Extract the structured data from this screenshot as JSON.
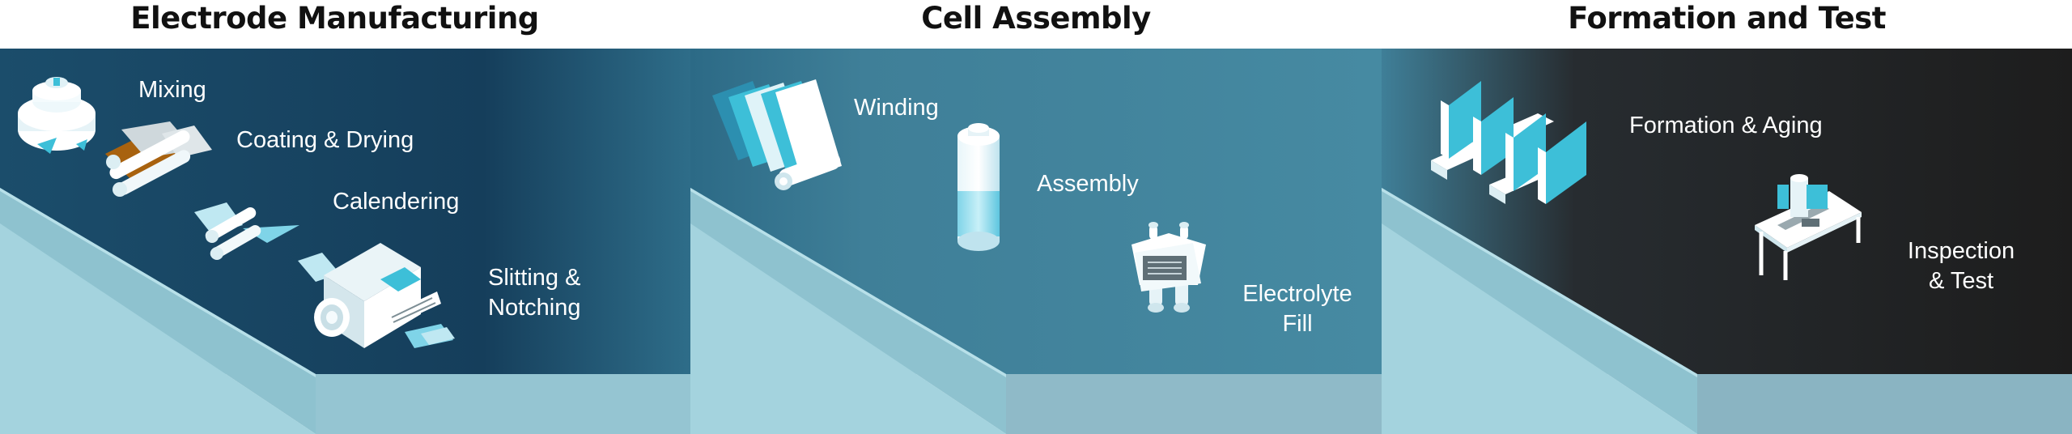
{
  "sections": [
    {
      "title": "Electrode Manufacturing",
      "steps": [
        {
          "label": "Mixing",
          "icon": "mixer-icon"
        },
        {
          "label": "Coating & Drying",
          "icon": "coating-rollers-icon"
        },
        {
          "label": "Calendering",
          "icon": "calender-rollers-icon"
        },
        {
          "label": "Slitting &\nNotching",
          "icon": "slitting-machine-icon"
        }
      ]
    },
    {
      "title": "Cell Assembly",
      "steps": [
        {
          "label": "Winding",
          "icon": "winding-sheets-icon"
        },
        {
          "label": "Assembly",
          "icon": "cylindrical-cell-icon"
        },
        {
          "label": "Electrolyte\nFill",
          "icon": "electrolyte-filler-icon"
        }
      ]
    },
    {
      "title": "Formation and Test",
      "steps": [
        {
          "label": "Formation & Aging",
          "icon": "formation-racks-icon"
        },
        {
          "label": "Inspection\n& Test",
          "icon": "inspection-station-icon"
        }
      ]
    }
  ],
  "colors": {
    "electrode_panel": "#173f5d",
    "assembly_panel": "#3f7f98",
    "formation_panel": "#1f1f1f",
    "floor_light": "#99cbd8",
    "accent_cyan": "#3dbfd8",
    "accent_brown": "#a8620f"
  }
}
